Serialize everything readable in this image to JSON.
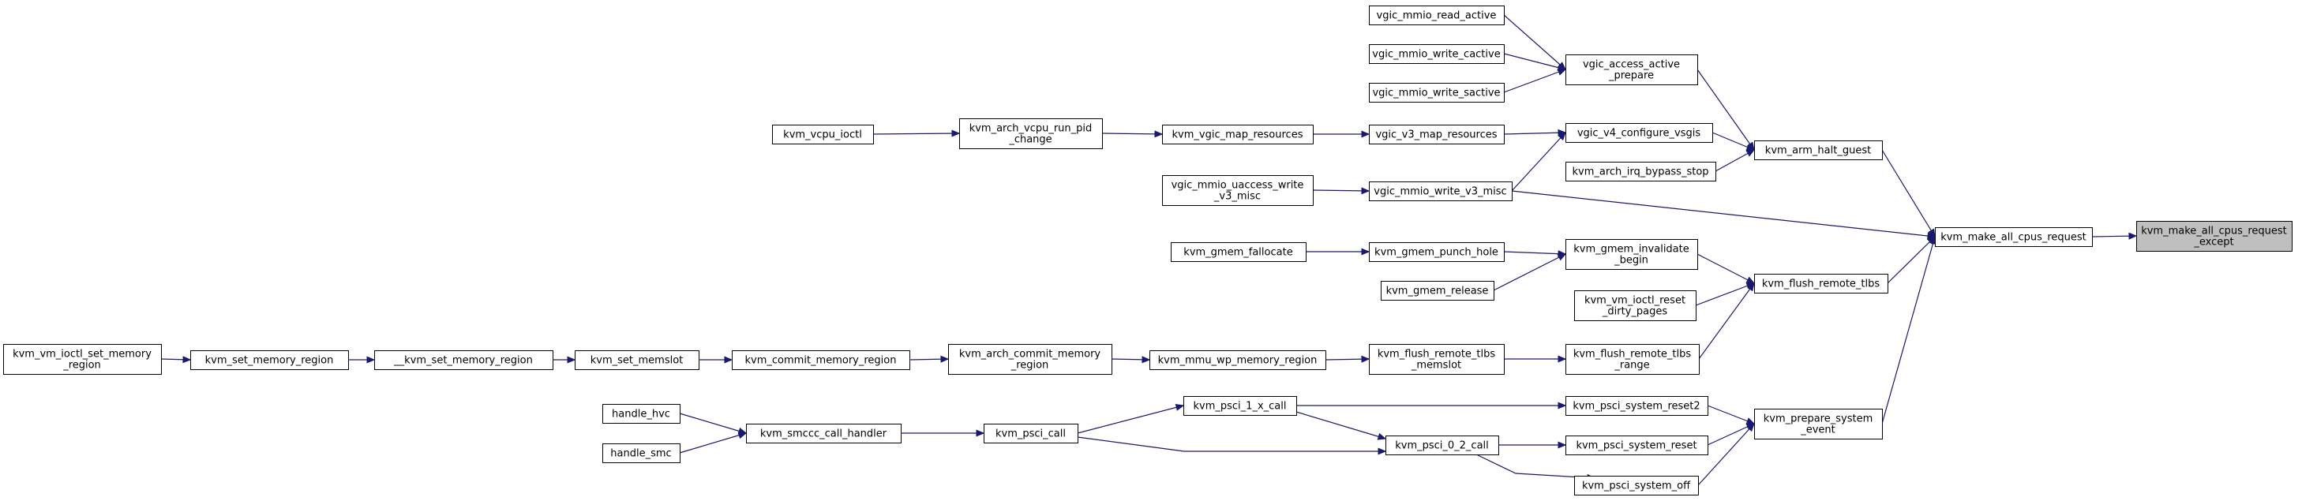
{
  "graph": {
    "colors": {
      "edge": "#191970",
      "node_fill": "#ffffff",
      "root_fill": "#bfbfbf",
      "node_border": "#000000"
    },
    "nodes": [
      {
        "id": "n_root",
        "lines": [
          "kvm_make_all_cpus_request",
          "_except"
        ],
        "root": true
      },
      {
        "id": "n_make_all",
        "lines": [
          "kvm_make_all_cpus_request"
        ]
      },
      {
        "id": "n_halt_guest",
        "lines": [
          "kvm_arm_halt_guest"
        ]
      },
      {
        "id": "n_flush_tlbs",
        "lines": [
          "kvm_flush_remote_tlbs"
        ]
      },
      {
        "id": "n_prepare_sys",
        "lines": [
          "kvm_prepare_system",
          "_event"
        ]
      },
      {
        "id": "n_access_active",
        "lines": [
          "vgic_access_active",
          "_prepare"
        ]
      },
      {
        "id": "n_v4_vsgis",
        "lines": [
          "vgic_v4_configure_vsgis"
        ]
      },
      {
        "id": "n_irq_bypass",
        "lines": [
          "kvm_arch_irq_bypass_stop"
        ]
      },
      {
        "id": "n_read_active",
        "lines": [
          "vgic_mmio_read_active"
        ]
      },
      {
        "id": "n_write_cactive",
        "lines": [
          "vgic_mmio_write_cactive"
        ]
      },
      {
        "id": "n_write_sactive",
        "lines": [
          "vgic_mmio_write_sactive"
        ]
      },
      {
        "id": "n_v3_map",
        "lines": [
          "vgic_v3_map_resources"
        ]
      },
      {
        "id": "n_write_v3_misc",
        "lines": [
          "vgic_mmio_write_v3_misc"
        ]
      },
      {
        "id": "n_vgic_map",
        "lines": [
          "kvm_vgic_map_resources"
        ]
      },
      {
        "id": "n_uaccess",
        "lines": [
          "vgic_mmio_uaccess_write",
          "_v3_misc"
        ]
      },
      {
        "id": "n_run_pid",
        "lines": [
          "kvm_arch_vcpu_run_pid",
          "_change"
        ]
      },
      {
        "id": "n_vcpu_ioctl",
        "lines": [
          "kvm_vcpu_ioctl"
        ]
      },
      {
        "id": "n_gmem_inval",
        "lines": [
          "kvm_gmem_invalidate",
          "_begin"
        ]
      },
      {
        "id": "n_reset_dirty",
        "lines": [
          "kvm_vm_ioctl_reset",
          "_dirty_pages"
        ]
      },
      {
        "id": "n_flush_range",
        "lines": [
          "kvm_flush_remote_tlbs",
          "_range"
        ]
      },
      {
        "id": "n_punch_hole",
        "lines": [
          "kvm_gmem_punch_hole"
        ]
      },
      {
        "id": "n_gmem_release",
        "lines": [
          "kvm_gmem_release"
        ]
      },
      {
        "id": "n_fallocate",
        "lines": [
          "kvm_gmem_fallocate"
        ]
      },
      {
        "id": "n_flush_memslot",
        "lines": [
          "kvm_flush_remote_tlbs",
          "_memslot"
        ]
      },
      {
        "id": "n_wp_region",
        "lines": [
          "kvm_mmu_wp_memory_region"
        ]
      },
      {
        "id": "n_arch_commit",
        "lines": [
          "kvm_arch_commit_memory",
          "_region"
        ]
      },
      {
        "id": "n_commit",
        "lines": [
          "kvm_commit_memory_region"
        ]
      },
      {
        "id": "n_set_memslot",
        "lines": [
          "kvm_set_memslot"
        ]
      },
      {
        "id": "n__set_region",
        "lines": [
          "__kvm_set_memory_region"
        ]
      },
      {
        "id": "n_set_region",
        "lines": [
          "kvm_set_memory_region"
        ]
      },
      {
        "id": "n_vm_ioctl_set",
        "lines": [
          "kvm_vm_ioctl_set_memory",
          "_region"
        ]
      },
      {
        "id": "n_reset2",
        "lines": [
          "kvm_psci_system_reset2"
        ]
      },
      {
        "id": "n_reset",
        "lines": [
          "kvm_psci_system_reset"
        ]
      },
      {
        "id": "n_off",
        "lines": [
          "kvm_psci_system_off"
        ]
      },
      {
        "id": "n_1x_call",
        "lines": [
          "kvm_psci_1_x_call"
        ]
      },
      {
        "id": "n_02_call",
        "lines": [
          "kvm_psci_0_2_call"
        ]
      },
      {
        "id": "n_psci_call",
        "lines": [
          "kvm_psci_call"
        ]
      },
      {
        "id": "n_smccc",
        "lines": [
          "kvm_smccc_call_handler"
        ]
      },
      {
        "id": "n_hvc",
        "lines": [
          "handle_hvc"
        ]
      },
      {
        "id": "n_smc",
        "lines": [
          "handle_smc"
        ]
      }
    ],
    "edges": [
      {
        "from": "n_make_all",
        "to": "n_root"
      },
      {
        "from": "n_halt_guest",
        "to": "n_make_all"
      },
      {
        "from": "n_flush_tlbs",
        "to": "n_make_all"
      },
      {
        "from": "n_prepare_sys",
        "to": "n_make_all"
      },
      {
        "from": "n_write_v3_misc",
        "to": "n_make_all"
      },
      {
        "from": "n_access_active",
        "to": "n_halt_guest"
      },
      {
        "from": "n_v4_vsgis",
        "to": "n_halt_guest"
      },
      {
        "from": "n_irq_bypass",
        "to": "n_halt_guest"
      },
      {
        "from": "n_read_active",
        "to": "n_access_active"
      },
      {
        "from": "n_write_cactive",
        "to": "n_access_active"
      },
      {
        "from": "n_write_sactive",
        "to": "n_access_active"
      },
      {
        "from": "n_v3_map",
        "to": "n_v4_vsgis"
      },
      {
        "from": "n_write_v3_misc",
        "to": "n_v4_vsgis"
      },
      {
        "from": "n_vgic_map",
        "to": "n_v3_map"
      },
      {
        "from": "n_uaccess",
        "to": "n_write_v3_misc"
      },
      {
        "from": "n_run_pid",
        "to": "n_vgic_map"
      },
      {
        "from": "n_vcpu_ioctl",
        "to": "n_run_pid"
      },
      {
        "from": "n_gmem_inval",
        "to": "n_flush_tlbs"
      },
      {
        "from": "n_reset_dirty",
        "to": "n_flush_tlbs"
      },
      {
        "from": "n_flush_range",
        "to": "n_flush_tlbs"
      },
      {
        "from": "n_punch_hole",
        "to": "n_gmem_inval"
      },
      {
        "from": "n_gmem_release",
        "to": "n_gmem_inval"
      },
      {
        "from": "n_fallocate",
        "to": "n_punch_hole"
      },
      {
        "from": "n_flush_memslot",
        "to": "n_flush_range"
      },
      {
        "from": "n_wp_region",
        "to": "n_flush_memslot"
      },
      {
        "from": "n_arch_commit",
        "to": "n_wp_region"
      },
      {
        "from": "n_commit",
        "to": "n_arch_commit"
      },
      {
        "from": "n_set_memslot",
        "to": "n_commit"
      },
      {
        "from": "n__set_region",
        "to": "n_set_memslot"
      },
      {
        "from": "n_set_region",
        "to": "n__set_region"
      },
      {
        "from": "n_vm_ioctl_set",
        "to": "n_set_region"
      },
      {
        "from": "n_reset2",
        "to": "n_prepare_sys"
      },
      {
        "from": "n_reset",
        "to": "n_prepare_sys"
      },
      {
        "from": "n_off",
        "to": "n_prepare_sys"
      },
      {
        "from": "n_1x_call",
        "to": "n_reset2"
      },
      {
        "from": "n_1x_call",
        "to": "n_02_call"
      },
      {
        "from": "n_02_call",
        "to": "n_reset"
      },
      {
        "from": "n_02_call",
        "to": "n_off"
      },
      {
        "from": "n_psci_call",
        "to": "n_1x_call"
      },
      {
        "from": "n_psci_call",
        "to": "n_02_call"
      },
      {
        "from": "n_smccc",
        "to": "n_psci_call"
      },
      {
        "from": "n_hvc",
        "to": "n_smccc"
      },
      {
        "from": "n_smc",
        "to": "n_smccc"
      }
    ]
  }
}
